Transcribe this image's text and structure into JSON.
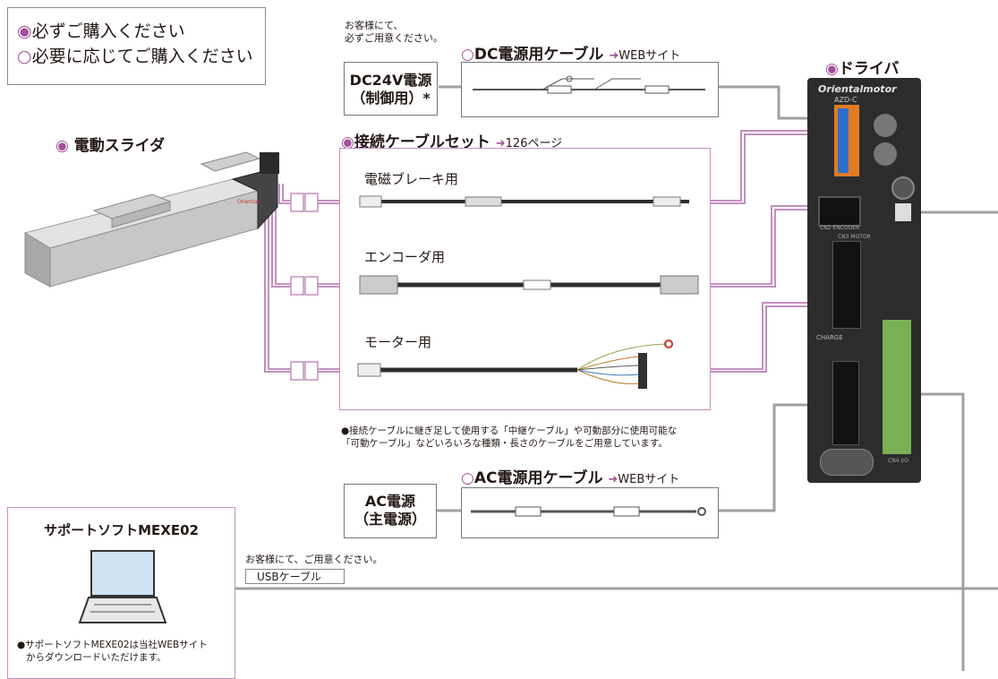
{
  "legend": {
    "required": "必ずご購入ください",
    "optional": "必要に応じてご購入ください"
  },
  "slider": {
    "title": "電動スライダ"
  },
  "dc_note": {
    "line1": "お客様にて、",
    "line2": "必ずご用意ください。"
  },
  "dc_supply": {
    "line1": "DC24V電源",
    "line2": "（制御用）*"
  },
  "dc_cable": {
    "title": "DC電源用ケーブル",
    "link": "WEBサイト"
  },
  "connection_set": {
    "title": "接続ケーブルセット",
    "page": "126ページ",
    "items": [
      "電磁ブレーキ用",
      "エンコーダ用",
      "モーター用"
    ]
  },
  "relay_note": {
    "line1": "●接続ケーブルに継ぎ足して使用する「中継ケーブル」や可動部分に使用可能な",
    "line2": "「可動ケーブル」などいろいろな種類・長さのケーブルをご用意しています。"
  },
  "driver": {
    "title": "ドライバ",
    "brand": "Orientalmotor",
    "model": "AZD-C",
    "labels": {
      "cn2": "CN2 ENCODER",
      "cn3": "CN3 MOTOR",
      "charge": "CHARGE",
      "cn4": "CN4 I/O"
    }
  },
  "ac_cable": {
    "title": "AC電源用ケーブル",
    "link": "WEBサイト"
  },
  "ac_supply": {
    "line1": "AC電源",
    "line2": "（主電源）"
  },
  "usb_note": "お客様にて、ご用意ください。",
  "usb_cable": "USBケーブル",
  "support": {
    "title_prefix": "サポートソフト",
    "title_product": "MEXE02",
    "note_line1": "●サポートソフトMEXE02は当社WEBサイト",
    "note_line2": "からダウンロードいただけます。"
  },
  "colors": {
    "accent": "#a2519a",
    "arrow": "#a2519a",
    "line": "#a0a0a0"
  }
}
